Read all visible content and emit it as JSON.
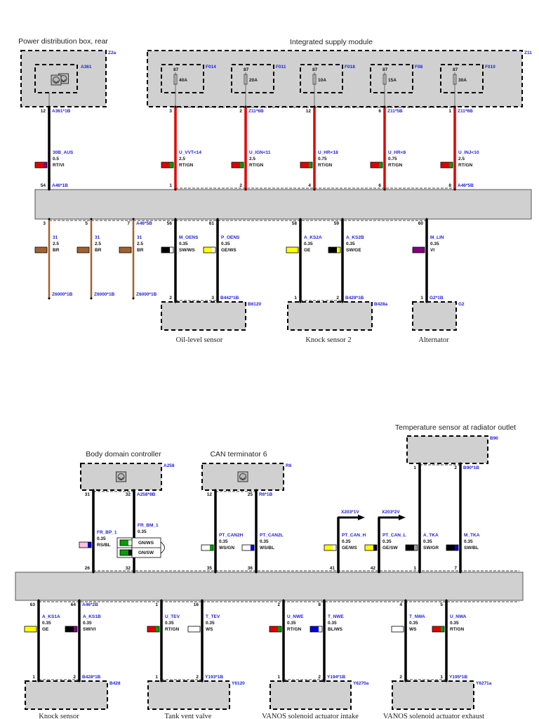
{
  "palette": {
    "RT": "#e00000",
    "VI": "#800080",
    "GN": "#00a000",
    "BR": "#a0632f",
    "SW": "#000000",
    "WS": "#ffffff",
    "GE": "#ffff00",
    "BL": "#0000e0",
    "RS": "#ffc0e0",
    "GR": "#a0a0a0",
    "component_fill": "#d0d0d0"
  },
  "components": [
    {
      "title": "Power distribution box, rear",
      "ref": "Z2a",
      "inner_ref": "A361",
      "icon": "control-unit-icon"
    },
    {
      "title": "Integrated supply module",
      "ref": "Z11"
    },
    {
      "title": "Oil-level sensor",
      "ref": "B6120"
    },
    {
      "title": "Knock sensor 2",
      "ref": "B428a"
    },
    {
      "title": "Alternator",
      "ref": "G2"
    },
    {
      "title": "Body domain controller",
      "ref": "A258",
      "icon": "control-unit-icon"
    },
    {
      "title": "CAN terminator 6",
      "ref": "R6",
      "icon": "control-unit-icon"
    },
    {
      "title": "Temperature sensor at radiator outlet",
      "ref": "B90"
    },
    {
      "title": "Knock sensor",
      "ref": "B428"
    },
    {
      "title": "Tank vent valve",
      "ref": "Y6120"
    },
    {
      "title": "VANOS solenoid actuator intake",
      "ref": "Y6270a"
    },
    {
      "title": "VANOS solenoid actuator exhaust",
      "ref": "Y6271a"
    }
  ],
  "fuses": [
    {
      "ref": "F014",
      "pin": "87",
      "rating": "40A"
    },
    {
      "ref": "F011",
      "pin": "87",
      "rating": "20A"
    },
    {
      "ref": "F018",
      "pin": "87",
      "rating": "10A"
    },
    {
      "ref": "F08",
      "pin": "87",
      "rating": "15A"
    },
    {
      "ref": "F010",
      "pin": "87",
      "rating": "30A"
    }
  ],
  "wires": [
    {
      "signal": "30B_AUS",
      "size": "0.5",
      "code": "RT/VI",
      "line": "SW",
      "pin_top": "12",
      "conn_top": "A361*1B",
      "pin_bottom": "54",
      "conn_bottom": "A46*1B"
    },
    {
      "signal": "U_VVT<14",
      "size": "2.5",
      "code": "RT/GN",
      "line": "RT",
      "pin_top": "3",
      "pin_bottom": "1"
    },
    {
      "signal": "U_IGN<11",
      "size": "2.5",
      "code": "RT/GN",
      "line": "RT",
      "pin_top": "2",
      "conn_top": "Z11*6B",
      "pin_bottom": "2"
    },
    {
      "signal": "U_HR<18",
      "size": "0.75",
      "code": "RT/GN",
      "line": "RT",
      "pin_top": "12",
      "pin_bottom": "4"
    },
    {
      "signal": "U_HR<8",
      "size": "0.75",
      "code": "RT/GN",
      "line": "RT",
      "pin_top": "6",
      "conn_top": "Z11*5B",
      "pin_bottom": "6"
    },
    {
      "signal": "U_INJ<10",
      "size": "2.5",
      "code": "RT/GN",
      "line": "RT",
      "pin_top": "1",
      "conn_top": "Z11*6B",
      "pin_bottom": "8",
      "conn_bottom": "A46*5B"
    },
    {
      "signal": "31",
      "size": "2.5",
      "code": "BR",
      "line": "BR",
      "pin_top": "3",
      "conn_bottom": "Z6000*1B"
    },
    {
      "signal": "31",
      "size": "2.5",
      "code": "BR",
      "line": "BR",
      "pin_top": "5",
      "conn_bottom": "Z6000*1B"
    },
    {
      "signal": "31",
      "size": "2.5",
      "code": "BR",
      "line": "BR",
      "pin_top": "7",
      "conn_top": "A46*5B",
      "conn_bottom": "Z6000*1B"
    },
    {
      "signal": "M_OENS",
      "size": "0.35",
      "code": "SW/WS",
      "line": "SW",
      "pin_top": "56",
      "pin_bottom": "2"
    },
    {
      "signal": "P_OENS",
      "size": "0.35",
      "code": "GE/WS",
      "line": "SW",
      "pin_top": "61",
      "pin_bottom": "3",
      "conn_bottom": "B442*1B"
    },
    {
      "signal": "A_KS2A",
      "size": "0.35",
      "code": "GE",
      "line": "SW",
      "pin_top": "58",
      "pin_bottom": "1"
    },
    {
      "signal": "A_KS2B",
      "size": "0.35",
      "code": "SW/GE",
      "line": "SW",
      "pin_top": "59",
      "pin_bottom": "2",
      "conn_bottom": "B429*1B"
    },
    {
      "signal": "M_LIN",
      "size": "0.35",
      "code": "VI",
      "line": "SW",
      "pin_top": "60",
      "pin_bottom": "1",
      "conn_bottom": "G2*1B"
    },
    {
      "signal": "FR_BP_1",
      "size": "0.35",
      "code": "RS/BL",
      "line": "SW",
      "pin_top": "31",
      "pin_bottom": "26"
    },
    {
      "signal": "FR_BM_1",
      "size": "0.35",
      "code": "GN/WS",
      "code2": "GN/SW",
      "line": "SW",
      "pin_top": "32",
      "conn_top": "A258*8B",
      "pin_bottom": "32"
    },
    {
      "signal": "PT_CAN2H",
      "size": "0.35",
      "code": "WS/GN",
      "line": "SW",
      "pin_top": "12",
      "pin_bottom": "35"
    },
    {
      "signal": "PT_CAN2L",
      "size": "0.35",
      "code": "WS/BL",
      "line": "SW",
      "pin_top": "25",
      "conn_top": "R6*1B",
      "pin_bottom": "36"
    },
    {
      "signal": "PT_CAN_H",
      "size": "0.35",
      "code": "GE/WS",
      "line": "SW",
      "arrow": "X203*1V",
      "pin_bottom": "41"
    },
    {
      "signal": "PT_CAN_L",
      "size": "0.35",
      "code": "GE/SW",
      "line": "SW",
      "arrow": "X203*2V",
      "pin_bottom": "42"
    },
    {
      "signal": "A_TKA",
      "size": "0.35",
      "code": "SW/GR",
      "line": "SW",
      "pin_top": "1",
      "pin_bottom": "1"
    },
    {
      "signal": "M_TKA",
      "size": "0.35",
      "code": "SW/BL",
      "line": "SW",
      "pin_top": "2",
      "conn_top": "B90*1B",
      "pin_bottom": "7"
    },
    {
      "signal": "A_KS1A",
      "size": "0.35",
      "code": "GE",
      "line": "SW",
      "pin_top": "63",
      "pin_bottom": "1"
    },
    {
      "signal": "A_KS1B",
      "size": "0.35",
      "code": "SW/VI",
      "line": "SW",
      "pin_top": "64",
      "conn_top": "A46*2B",
      "pin_bottom": "2",
      "conn_bottom": "B428*1B"
    },
    {
      "signal": "U_TEV",
      "size": "0.35",
      "code": "RT/GN",
      "line": "SW",
      "pin_top": "1",
      "pin_bottom": "1"
    },
    {
      "signal": "T_TEV",
      "size": "0.35",
      "code": "WS",
      "line": "SW",
      "pin_top": "16",
      "pin_bottom": "2",
      "conn_bottom": "Y193*1B"
    },
    {
      "signal": "U_NWE",
      "size": "0.35",
      "code": "RT/GN",
      "line": "SW",
      "pin_top": "2",
      "pin_bottom": "1"
    },
    {
      "signal": "T_NWE",
      "size": "0.35",
      "code": "BL/WS",
      "line": "SW",
      "pin_top": "8",
      "pin_bottom": "2",
      "conn_bottom": "Y194*1B"
    },
    {
      "signal": "T_NWA",
      "size": "0.35",
      "code": "WS",
      "line": "SW",
      "pin_top": "4",
      "pin_bottom": "2"
    },
    {
      "signal": "U_NWA",
      "size": "0.35",
      "code": "RT/GN",
      "line": "SW",
      "pin_top": "5",
      "pin_bottom": "1",
      "conn_bottom": "Y195*1B"
    }
  ]
}
